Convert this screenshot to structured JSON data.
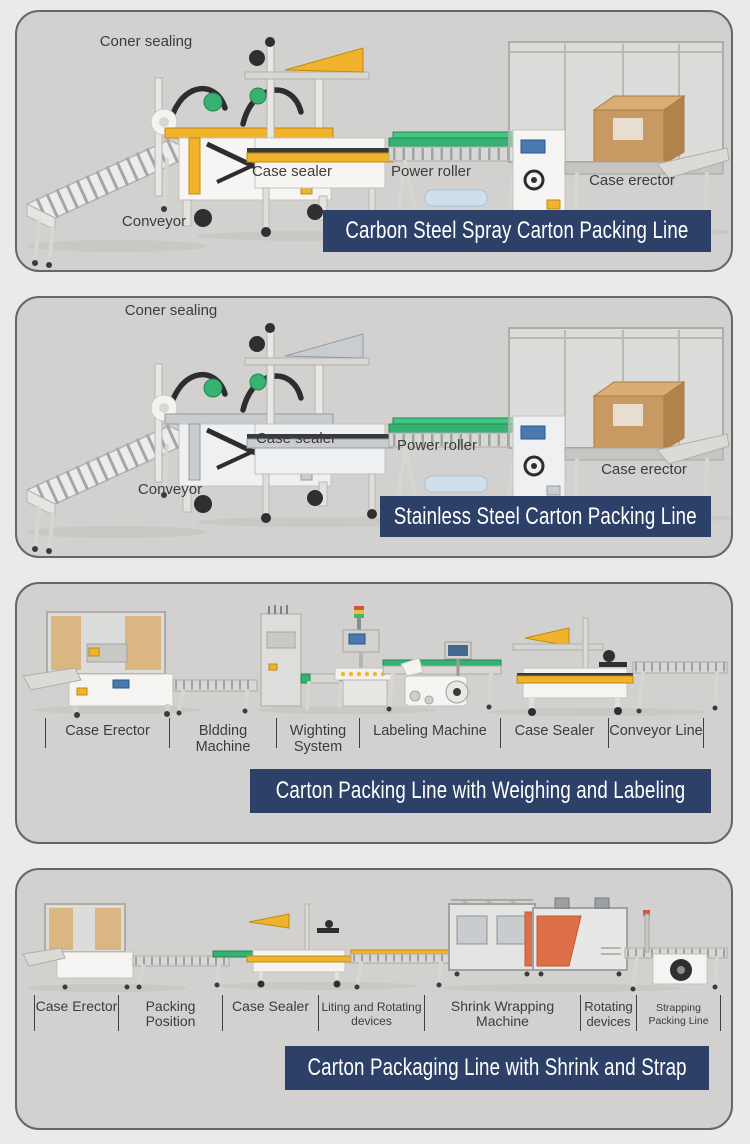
{
  "colors": {
    "page_bg": "#eaeaea",
    "panel_bg": "#d2d1cf",
    "panel_border": "#666666",
    "banner_bg": "#2d4068",
    "banner_text": "#ffffff",
    "label_text": "#3c3c3c",
    "accent_yellow": "#f2b32c",
    "belt_green": "#35b173",
    "carton_tan": "#c89a63"
  },
  "panels": [
    {
      "title": "Carbon Steel Spray Carton Packing Line",
      "labels": {
        "corner_sealing": "Coner sealing",
        "case_sealer": "Case sealer",
        "power_roller": "Power roller",
        "case_erector": "Case erector",
        "conveyor": "Conveyor"
      }
    },
    {
      "title": "Stainless Steel Carton Packing Line",
      "labels": {
        "corner_sealing": "Coner sealing",
        "case_sealer": "Case sealer",
        "power_roller": "Power roller",
        "case_erector": "Case erector",
        "conveyor": "Conveyor"
      }
    },
    {
      "title": "Carton Packing Line with Weighing and Labeling",
      "segments": [
        "Case Erector",
        "Bldding Machine",
        "Wighting System",
        "Labeling Machine",
        "Case Sealer",
        "Conveyor Line"
      ]
    },
    {
      "title": "Carton Packaging Line with Shrink and Strap",
      "segments": [
        "Case Erector",
        "Packing Position",
        "Case Sealer",
        "Liting and Rotating devices",
        "Shrink Wrapping Machine",
        "Rotating devices",
        "Strapping Packing Line"
      ]
    }
  ]
}
